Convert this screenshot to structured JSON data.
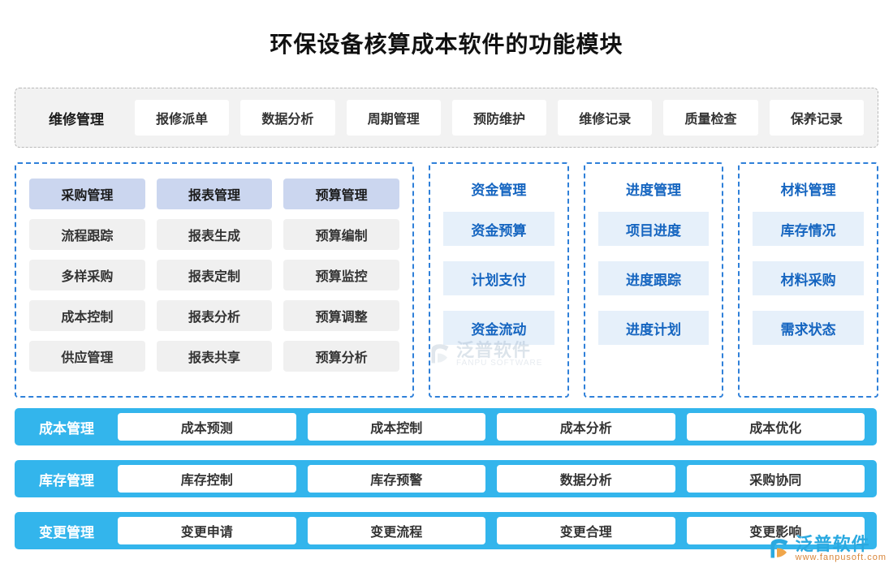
{
  "title": "环保设备核算成本软件的功能模块",
  "top_strip": {
    "head": "维修管理",
    "items": [
      {
        "label": "报修派单"
      },
      {
        "label": "数据分析"
      },
      {
        "label": "周期管理"
      },
      {
        "label": "预防维护"
      },
      {
        "label": "维修记录"
      },
      {
        "label": "质量检查"
      },
      {
        "label": "保养记录"
      }
    ]
  },
  "panels": {
    "wide": {
      "columns": [
        {
          "head": "采购管理",
          "items": [
            {
              "label": "流程跟踪"
            },
            {
              "label": "多样采购"
            },
            {
              "label": "成本控制"
            },
            {
              "label": "供应管理"
            }
          ]
        },
        {
          "head": "报表管理",
          "items": [
            {
              "label": "报表生成"
            },
            {
              "label": "报表定制"
            },
            {
              "label": "报表分析"
            },
            {
              "label": "报表共享"
            }
          ]
        },
        {
          "head": "预算管理",
          "items": [
            {
              "label": "预算编制"
            },
            {
              "label": "预算监控"
            },
            {
              "label": "预算调整"
            },
            {
              "label": "预算分析"
            }
          ]
        }
      ]
    },
    "narrow": [
      {
        "title": "资金管理",
        "items": [
          {
            "label": "资金预算"
          },
          {
            "label": "计划支付"
          },
          {
            "label": "资金流动"
          }
        ]
      },
      {
        "title": "进度管理",
        "items": [
          {
            "label": "项目进度"
          },
          {
            "label": "进度跟踪"
          },
          {
            "label": "进度计划"
          }
        ]
      },
      {
        "title": "材料管理",
        "items": [
          {
            "label": "库存情况"
          },
          {
            "label": "材料采购"
          },
          {
            "label": "需求状态"
          }
        ]
      }
    ]
  },
  "bars": [
    {
      "head": "成本管理",
      "items": [
        {
          "label": "成本预测"
        },
        {
          "label": "成本控制"
        },
        {
          "label": "成本分析"
        },
        {
          "label": "成本优化"
        }
      ]
    },
    {
      "head": "库存管理",
      "items": [
        {
          "label": "库存控制"
        },
        {
          "label": "库存预警"
        },
        {
          "label": "数据分析"
        },
        {
          "label": "采购协同"
        }
      ]
    },
    {
      "head": "变更管理",
      "items": [
        {
          "label": "变更申请"
        },
        {
          "label": "变更流程"
        },
        {
          "label": "变更合理"
        },
        {
          "label": "变更影响"
        }
      ]
    }
  ],
  "watermarks": {
    "center": {
      "name": "泛普软件",
      "sub": "FANPU SOFTWARE"
    },
    "corner": {
      "name": "泛普软件",
      "sub": "www.fanpusoft.com"
    }
  },
  "colors": {
    "accent_cyan": "#33b5ec",
    "accent_blue": "#1565c0",
    "panel_border": "#2f80d9",
    "lavender": "#cbd6ef",
    "light_blue": "#e6f0fa",
    "grey_tile": "#f0f0f0",
    "strip_bg": "#f2f2f2"
  }
}
